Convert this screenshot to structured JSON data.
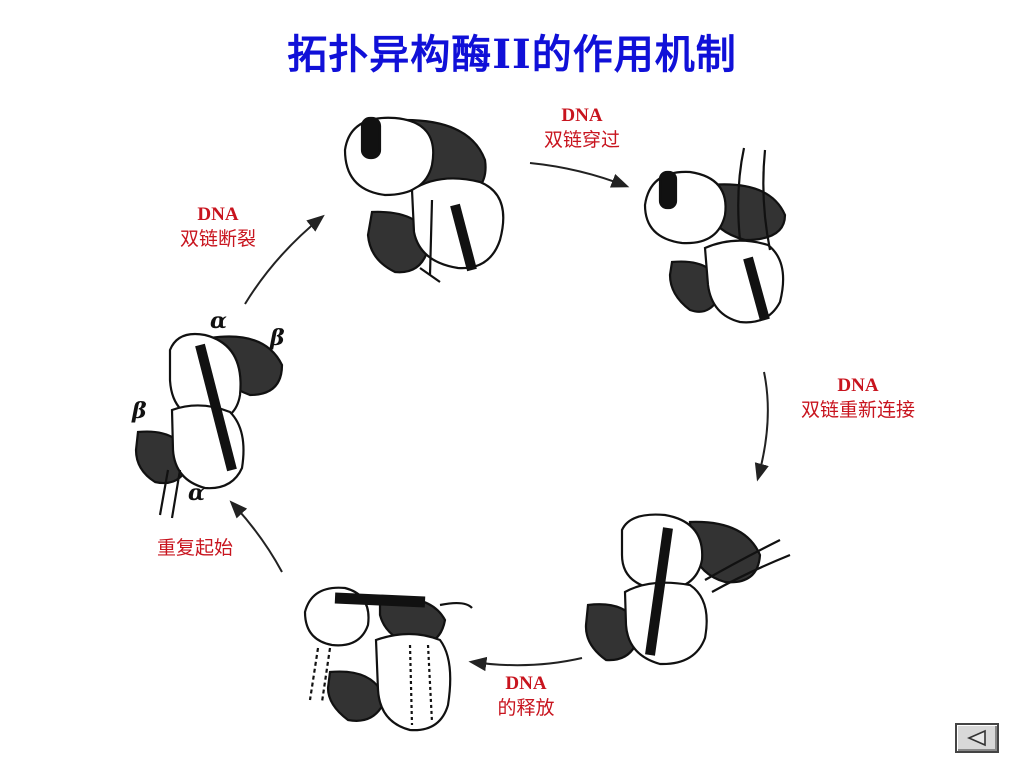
{
  "title": "拓扑异构酶II的作用机制",
  "steps": [
    {
      "id": "pass",
      "en": "DNA",
      "zh": "双链穿过"
    },
    {
      "id": "religate",
      "en": "DNA",
      "zh": "双链重新连接"
    },
    {
      "id": "release",
      "en": "DNA",
      "zh": "的释放"
    },
    {
      "id": "restart",
      "en": "",
      "zh": "重复起始"
    },
    {
      "id": "cleave",
      "en": "DNA",
      "zh": "双链断裂"
    }
  ],
  "subunits": {
    "alpha": "α",
    "beta": "β"
  },
  "nav": {
    "icon": "triangle-left-icon"
  },
  "colors": {
    "title": "#1010d8",
    "label": "#c8141e"
  }
}
